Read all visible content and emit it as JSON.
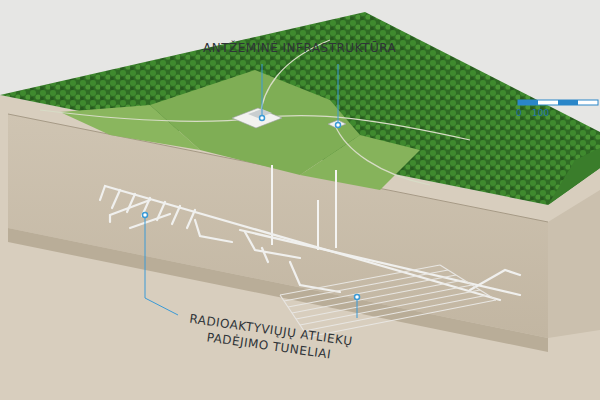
{
  "diagram": {
    "labels": [
      "ANTŽEMINĖ INFRASTRUKTŪRA",
      "RADIOAKTYVIŲJŲ ATLIEKŲ PADĖJIMO TUNELIAI",
      "0",
      "100"
    ]
  }
}
